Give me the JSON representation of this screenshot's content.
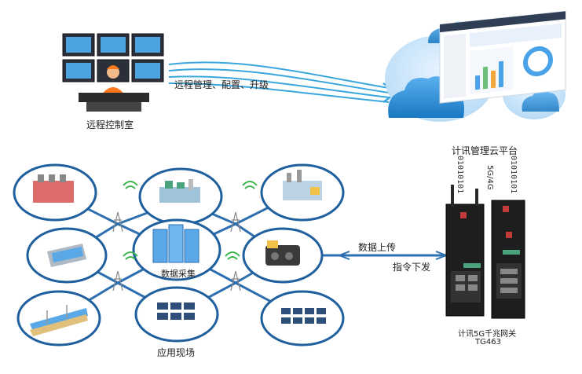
{
  "labels": {
    "control_room": "远程控制室",
    "remote_ops": "远程管理、配置、升级",
    "cloud_platform": "计讯管理云平台",
    "network": "5G/4G",
    "data_upload": "数据上传",
    "command_down": "指令下发",
    "data_collect": "数据采集",
    "field": "应用现场",
    "gateway_name": "计讯5G千兆网关",
    "gateway_model": "TG463"
  },
  "binary_stream": "01010101",
  "colors": {
    "blue_line": "#3aa6de",
    "cloud_blue": "#5aa9e6",
    "circle_border": "#1f5f9e",
    "field_hub_line": "#2e6fb0",
    "gateway_body": "#1e1e1e",
    "signal_green": "#39b54a"
  }
}
